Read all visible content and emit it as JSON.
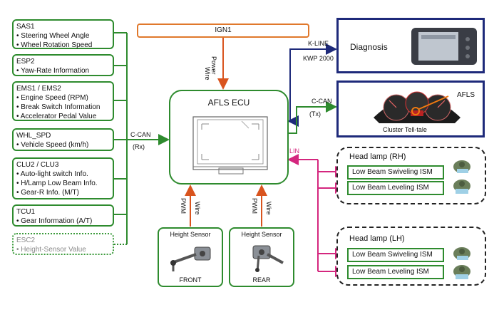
{
  "signals": [
    {
      "title": "SAS1",
      "items": [
        "Steering Wheel Angle",
        "Wheel Rotation Speed"
      ]
    },
    {
      "title": "ESP2",
      "items": [
        "Yaw-Rate Information"
      ]
    },
    {
      "title": "EMS1 / EMS2",
      "items": [
        "Engine Speed (RPM)",
        "Break Switch Information",
        "Accelerator Pedal Value"
      ]
    },
    {
      "title": "WHL_SPD",
      "items": [
        "Vehicle Speed (km/h)"
      ]
    },
    {
      "title": "CLU2 / CLU3",
      "items": [
        "Auto-light switch Info.",
        "H/Lamp Low Beam Info.",
        "Gear-R Info. (M/T)"
      ]
    },
    {
      "title": "TCU1",
      "items": [
        "Gear Information (A/T)"
      ]
    },
    {
      "title": "ESC2",
      "items": [
        "Height-Sensor Value"
      ]
    }
  ],
  "ign": "IGN1",
  "ecu_title": "AFLS ECU",
  "power_label": "Power",
  "wire_label": "Wire",
  "pwm_label": "PWM",
  "ccan_label": "C-CAN",
  "rx_label": "(Rx)",
  "tx_label": "(Tx)",
  "kline_label": "K-LINE",
  "kwp_label": "KWP 2000",
  "lin_label": "LIN",
  "diagnosis": "Diagnosis",
  "cluster_caption": "Cluster Tell-tale",
  "afls_tag": "AFLS",
  "sensors": [
    {
      "title": "Height Sensor",
      "pos": "FRONT"
    },
    {
      "title": "Height Sensor",
      "pos": "REAR"
    }
  ],
  "headlamps": [
    {
      "title": "Head lamp (RH)",
      "ism": [
        "Low Beam Swiveling ISM",
        "Low Beam Leveling ISM"
      ]
    },
    {
      "title": "Head lamp (LH)",
      "ism": [
        "Low Beam Swiveling ISM",
        "Low Beam Leveling ISM"
      ]
    }
  ],
  "colors": {
    "can_green": "#2e8b2e",
    "ign_orange": "#e0782b",
    "pwm_red": "#d9541e",
    "kline_navy": "#1e2a7a",
    "lin_magenta": "#d4267e"
  }
}
